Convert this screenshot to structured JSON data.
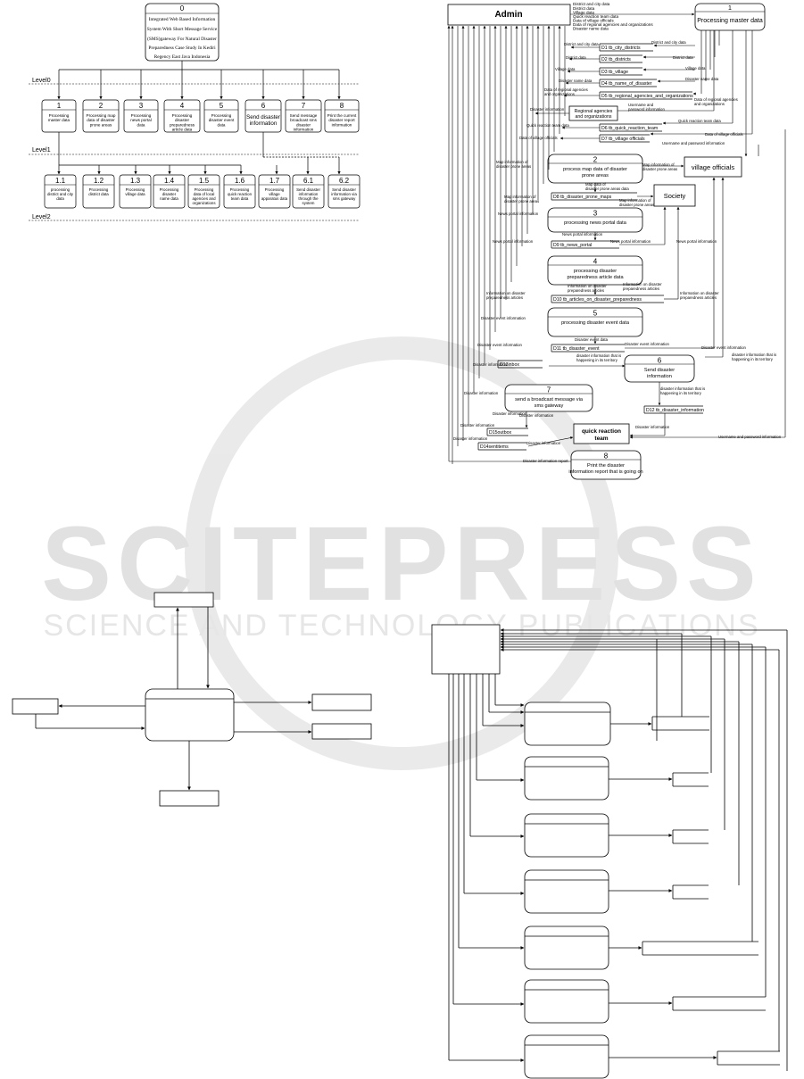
{
  "watermark": {
    "title": "SCITEPRESS",
    "subtitle": "SCIENCE AND TECHNOLOGY PUBLICATIONS",
    "color": "#cfcfcf"
  },
  "decomposition": {
    "root": {
      "number": "0",
      "lines": [
        "Integrated Web Based Information",
        "System With Short Message Service",
        "(SMS)gateway For Natural Disaster",
        "Preparedness Case Study In Kediri",
        "Regency East Java Indonesia"
      ]
    },
    "level_labels": [
      "Level0",
      "Level1",
      "Level2"
    ],
    "level1": [
      {
        "number": "1",
        "lines": [
          "Processing",
          "master data"
        ]
      },
      {
        "number": "2",
        "lines": [
          "Processing map",
          "data of disaster",
          "prone areas"
        ]
      },
      {
        "number": "3",
        "lines": [
          "Processing",
          "news portal",
          "data"
        ]
      },
      {
        "number": "4",
        "lines": [
          "Processing",
          "disaster",
          "preparedness",
          "article data"
        ]
      },
      {
        "number": "5",
        "lines": [
          "Processing",
          "disaster event",
          "data"
        ]
      },
      {
        "number": "6",
        "lines": [
          "Send disaster",
          "information"
        ]
      },
      {
        "number": "7",
        "lines": [
          "Send message",
          "broadcast sms",
          "disaster",
          "information"
        ]
      },
      {
        "number": "8",
        "lines": [
          "Print the current",
          "disaster report",
          "information"
        ]
      }
    ],
    "level2": [
      {
        "number": "1.1",
        "lines": [
          "processing",
          "district and city",
          "data"
        ]
      },
      {
        "number": "1.2",
        "lines": [
          "Processing",
          "district data"
        ]
      },
      {
        "number": "1.3",
        "lines": [
          "Processing",
          "village data"
        ]
      },
      {
        "number": "1.4",
        "lines": [
          "Processing",
          "disaster",
          "name data"
        ]
      },
      {
        "number": "1.5",
        "lines": [
          "Processing",
          "data of local",
          "agencies and",
          "organizations"
        ]
      },
      {
        "number": "1.6",
        "lines": [
          "Processing",
          "quick reaction",
          "team data"
        ]
      },
      {
        "number": "1.7",
        "lines": [
          "Processing",
          "village",
          "apparatus data"
        ]
      },
      {
        "number": "6.1",
        "lines": [
          "Send disaster",
          "information",
          "through the",
          "system"
        ]
      },
      {
        "number": "6.2",
        "lines": [
          "Send disaster",
          "information via",
          "sms gateway"
        ]
      }
    ]
  },
  "dfd": {
    "admin": "Admin",
    "admin_out_labels": [
      "District and city data",
      "District data",
      "Village data",
      "Quick reaction team data",
      "Data of village officials",
      "Data of regional agencies and organizations",
      "Disaster name data"
    ],
    "processes": [
      {
        "number": "1",
        "label": "Processing master data"
      },
      {
        "number": "2",
        "label": "process map data of disaster prone areas"
      },
      {
        "number": "3",
        "label": "processing news portal data"
      },
      {
        "number": "4",
        "label": "processing disaster preparedness article data"
      },
      {
        "number": "5",
        "label": "processing disaster event data"
      },
      {
        "number": "6",
        "label": "Send disaster information"
      },
      {
        "number": "7",
        "label": "send a broadcast message via sms gateway"
      },
      {
        "number": "8",
        "label": "Print the disaster information report that is going on"
      }
    ],
    "stores": [
      "D1 tb_city_districts",
      "D2 tb_districts",
      "D3 tb_village",
      "D4 tb_name_of_disaster",
      "D5 tb_regional_agencies_and_organizations",
      "D6 tb_quick_reaction_team",
      "D7 tb_village officials",
      "D8 tb_disaster_prone_maps",
      "D9 tb_news_portal",
      "D10 tb_articles_on_disaster_preparedness",
      "D11 tb_disaster_event",
      "D12 tb_disaster_information",
      "D13inbox",
      "D15outbox",
      "D14sentitems"
    ],
    "entities": {
      "regional": [
        "Regional agencies",
        "and organizations"
      ],
      "village": "village officials",
      "society": "Society",
      "qrt": [
        "quick reaction",
        "team"
      ]
    },
    "flows": {
      "district_city_data": "District and city data",
      "district_data": "District data",
      "village_data": "Village data",
      "disaster_name_data": "Disaster name data",
      "regional_data": [
        "Data of regional agencies",
        "and organizations"
      ],
      "disaster_information": "Disaster information",
      "username_password": [
        "Username and",
        "password information"
      ],
      "quick_team_data": "Quick reaction team data",
      "village_officials_data": "Data of village officials",
      "username_password_one": "Username and password information",
      "map_info": [
        "Map information of",
        "disaster prone areas"
      ],
      "map_data": [
        "Map data of",
        "disaster prone areas data"
      ],
      "news_info": "News portal information",
      "article_info": [
        "Information on disaster",
        "preparedness articles"
      ],
      "event_info": "Disaster event information",
      "event_data": "Disaster event data",
      "happening": [
        "disaster information that is",
        "happening in its territory"
      ],
      "report": "Disaster information report"
    }
  }
}
